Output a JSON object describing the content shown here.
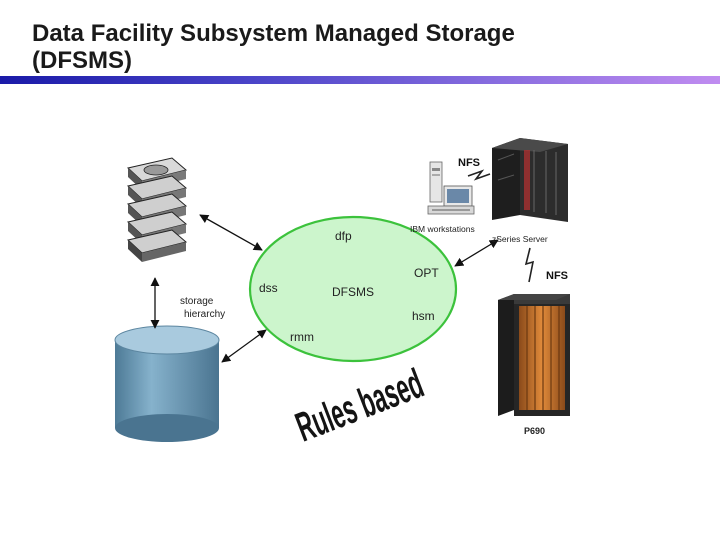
{
  "title": {
    "line1": "Data Facility Subsystem Managed Storage",
    "line2": "(DFSMS)"
  },
  "colors": {
    "title_rule_start": "#1a1aa8",
    "title_rule_end": "#c08cf0",
    "ellipse_fill": "#ccf5cc",
    "ellipse_stroke": "#3cc23c",
    "cylinder_body": "#6f9cb8",
    "server_body": "#2a2a2a",
    "server_accent": "#b03030",
    "p690_interior": "#c8702a"
  },
  "diagram": {
    "hub": "DFSMS",
    "components": {
      "dfp": "dfp",
      "dss": "dss",
      "opt": "OPT",
      "hsm": "hsm",
      "rmm": "rmm"
    },
    "storage_hierarchy": {
      "line1": "storage",
      "line2": "hierarchy"
    },
    "nfs_top": "NFS",
    "ibm_workstations": "IBM workstations",
    "zseries_server": "zSeries Server",
    "nfs_right": "NFS",
    "p690": "P690",
    "rules_based": "Rules based"
  },
  "icons": [
    "tape-stack-icon",
    "disk-cylinder-icon",
    "workstation-icon",
    "zseries-server-icon",
    "lightning-link-icon",
    "p690-server-icon"
  ]
}
